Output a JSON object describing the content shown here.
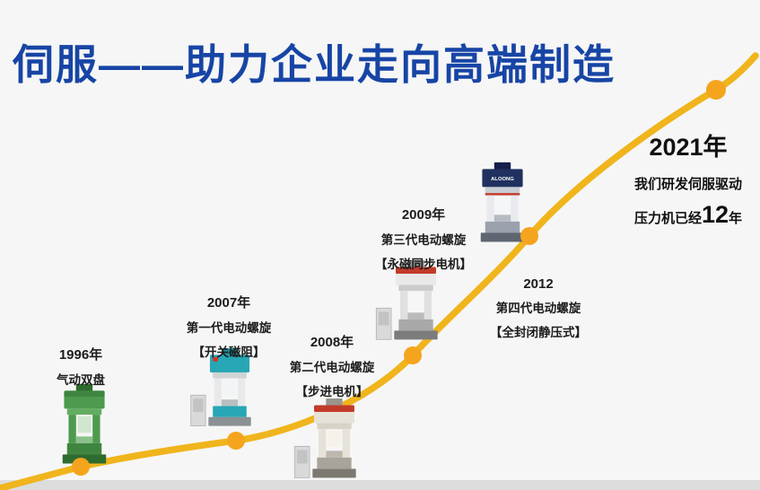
{
  "title": "伺服——助力企业走向高端制造",
  "colors": {
    "title": "#1745a5",
    "curve": "#f0b51c",
    "dot": "#f5a41d",
    "background": "#f6f6f6"
  },
  "milestones": [
    {
      "year": "1996年",
      "line1": "气动双盘"
    },
    {
      "year": "2007年",
      "line1": "第一代电动螺旋",
      "line2": "【开关磁阻】"
    },
    {
      "year": "2008年",
      "line1": "第二代电动螺旋",
      "line2": "【步进电机】"
    },
    {
      "year": "2009年",
      "line1": "第三代电动螺旋",
      "line2": "【永磁同步电机】"
    },
    {
      "year": "2012",
      "line1": "第四代电动螺旋",
      "line2": "【全封闭静压式】",
      "machine_label": "ALOONG"
    }
  ],
  "finale": {
    "year": "2021年",
    "line1": "我们研发伺服驱动",
    "line2_prefix": "压力机已经",
    "line2_number": "12",
    "line2_suffix": "年"
  }
}
